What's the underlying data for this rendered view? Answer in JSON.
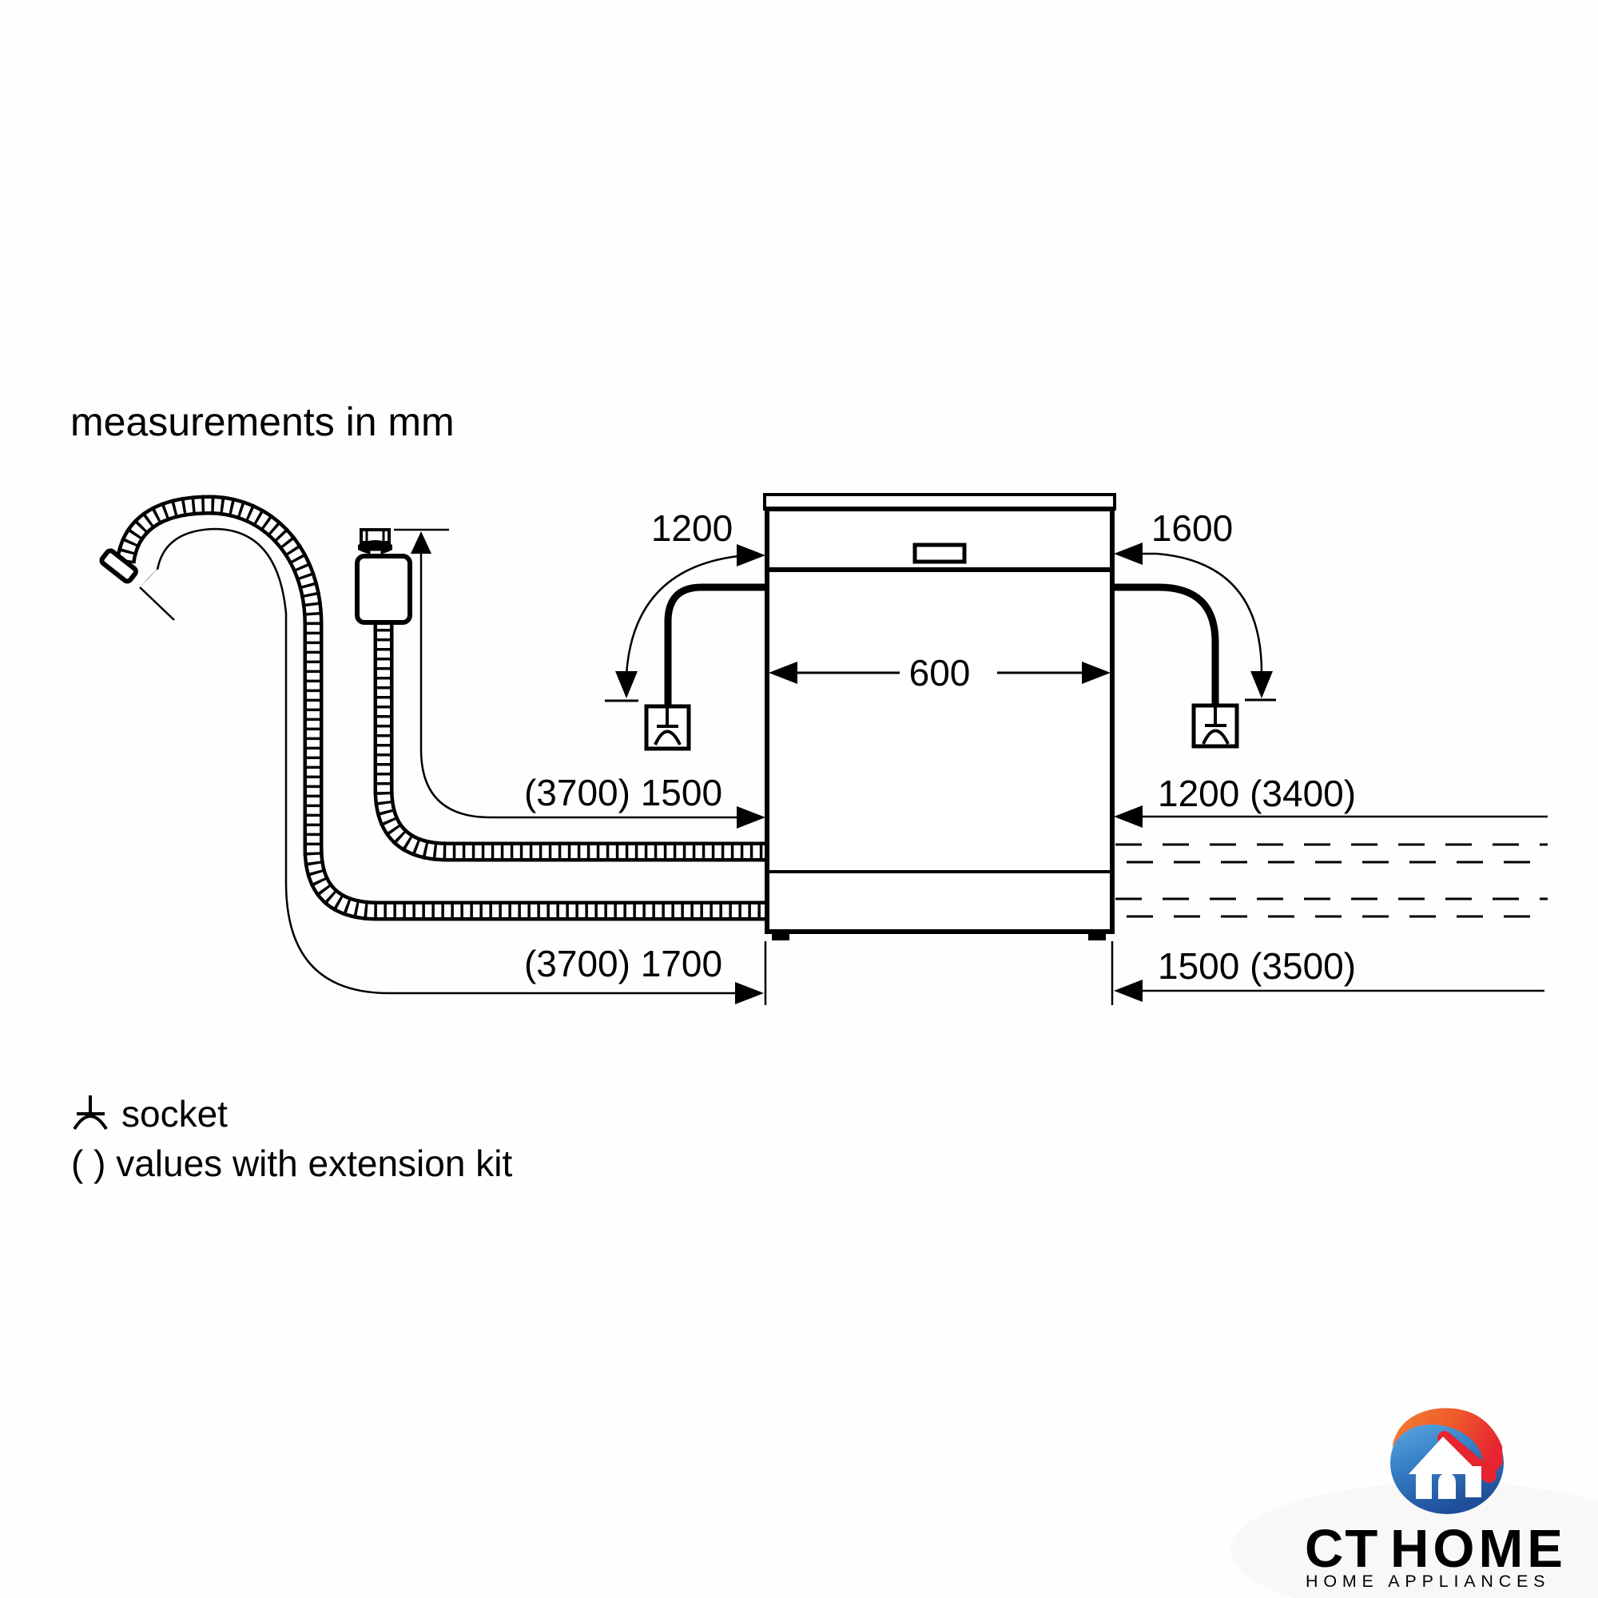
{
  "header": {
    "title": "measurements in mm"
  },
  "dimensions": {
    "left_socket_height": "1200",
    "right_socket_height": "1600",
    "appliance_width": "600",
    "inlet_hose_length": "(3700) 1500",
    "drain_hose_length": "(3700) 1700",
    "right_supply_top": "1200 (3400)",
    "right_supply_bottom": "1500 (3500)"
  },
  "legend": {
    "socket_label": "socket",
    "extension_label": "( ) values with extension kit"
  },
  "logo": {
    "brand_part1": "CT",
    "brand_part2": "HOME",
    "tagline": "HOME APPLIANCES",
    "colors": {
      "red": "#e2232c",
      "blue": "#1578c2",
      "gray": "#8f9194"
    }
  },
  "diagram": {
    "line_color": "#000000",
    "icons": [
      "socket-icon",
      "tap-valve-icon",
      "ground-mark-icon"
    ]
  }
}
